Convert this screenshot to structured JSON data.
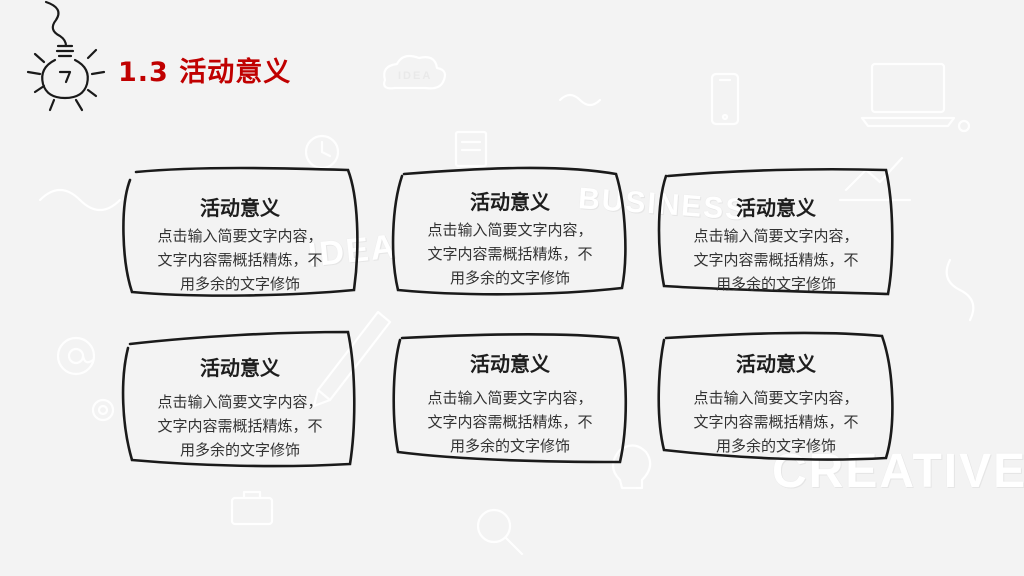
{
  "header": {
    "title": "1.3 活动意义",
    "title_color": "#c00000",
    "icon": "lightbulb-icon"
  },
  "background": {
    "words": [
      "IDEA",
      "BUSINESS",
      "CREATIVE",
      "IDEA"
    ],
    "doodles": [
      "laptop-icon",
      "phone-icon",
      "pencil-icon",
      "at-sign-icon",
      "gear-icon",
      "magnifier-icon",
      "briefcase-icon",
      "clock-icon",
      "cloud-icon",
      "light-bulb-icon"
    ]
  },
  "cards": [
    {
      "title": "活动意义",
      "lines": [
        "点击输入简要文字内容，",
        "文字内容需概括精炼，不",
        "用多余的文字修饰"
      ]
    },
    {
      "title": "活动意义",
      "lines": [
        "点击输入简要文字内容，",
        "文字内容需概括精炼，不",
        "用多余的文字修饰"
      ]
    },
    {
      "title": "活动意义",
      "lines": [
        "点击输入简要文字内容，",
        "文字内容需概括精炼，不",
        "用多余的文字修饰"
      ]
    },
    {
      "title": "活动意义",
      "lines": [
        "点击输入简要文字内容，",
        "文字内容需概括精炼，不",
        "用多余的文字修饰"
      ]
    },
    {
      "title": "活动意义",
      "lines": [
        "点击输入简要文字内容，",
        "文字内容需概括精炼，不",
        "用多余的文字修饰"
      ]
    },
    {
      "title": "活动意义",
      "lines": [
        "点击输入简要文字内容，",
        "文字内容需概括精炼，不",
        "用多余的文字修饰"
      ]
    }
  ]
}
